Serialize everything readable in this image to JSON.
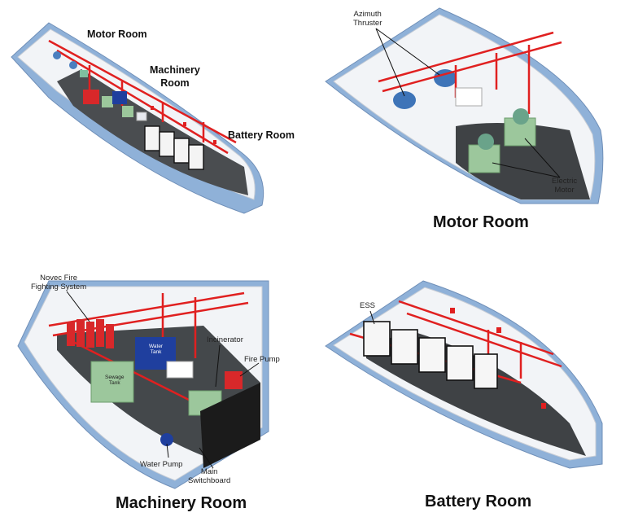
{
  "overview": {
    "labels": {
      "motor_room": "Motor Room",
      "machinery_room": "Machinery\nRoom",
      "battery_room": "Battery Room"
    }
  },
  "motor_room": {
    "title": "Motor Room",
    "labels": {
      "azimuth_thruster": "Azimuth\nThruster",
      "electric_motor": "Electric\nMotor"
    }
  },
  "machinery_room": {
    "title": "Machinery Room",
    "labels": {
      "novec": "Novec Fire\nFighting System",
      "incinerator": "Incinerator",
      "fire_pump": "Fire Pump",
      "water_tank": "Water\nTank",
      "sewage_tank": "Sewage\nTank",
      "water_pump": "Water Pump",
      "main_switchboard": "Main\nSwitchboard"
    }
  },
  "battery_room": {
    "title": "Battery Room",
    "labels": {
      "ess": "ESS"
    }
  },
  "colors": {
    "hull_blue": "#8fb1d8",
    "hull_inner": "#f2f4f7",
    "deck_dark": "#3f4245",
    "pipe_red": "#e02020",
    "tank_green": "#9cc79c",
    "tank_blue": "#1f3f9e",
    "switchboard": "#1b1b1b"
  }
}
